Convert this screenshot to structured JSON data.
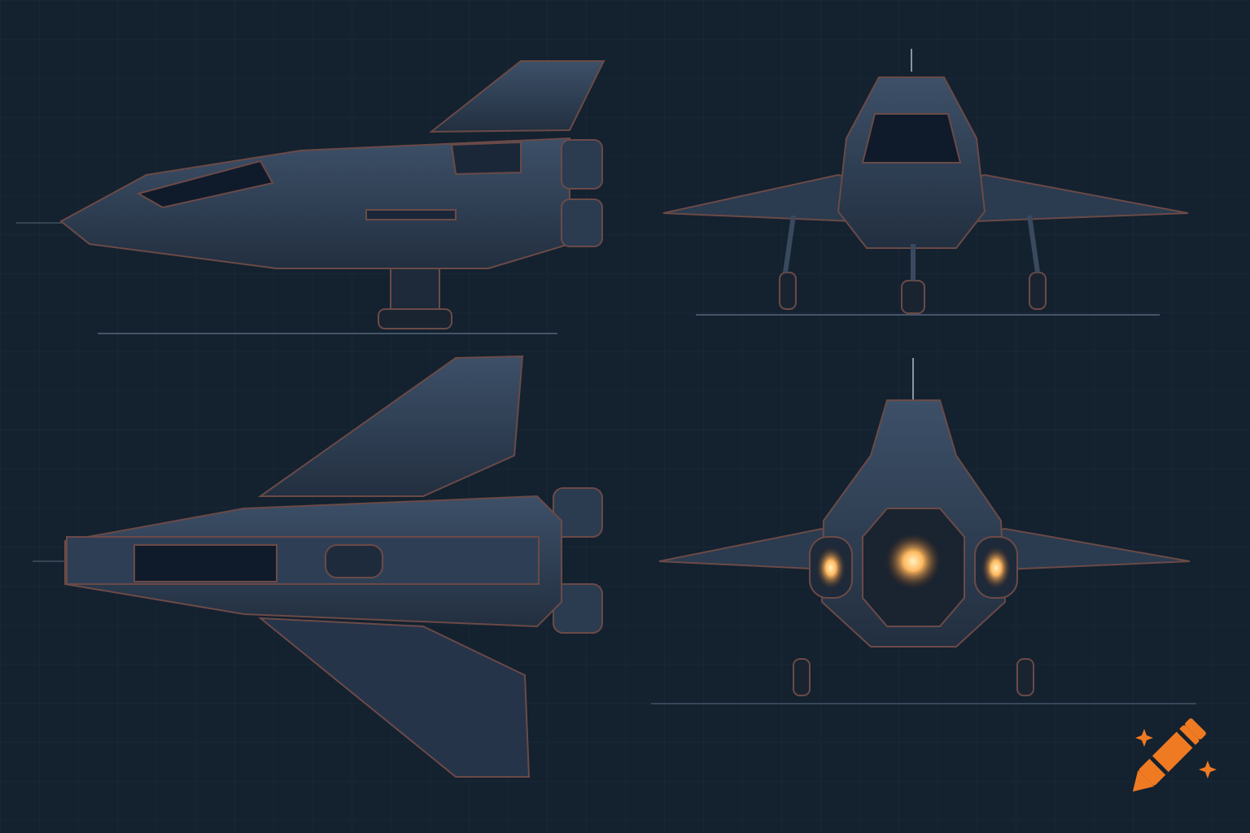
{
  "colors": {
    "background": "#14212f",
    "grid": "#1d2d3e",
    "hull": "#2b3b50",
    "hull_light": "#3d5068",
    "edge": "#6b4a47",
    "canopy": "#0f1a2a",
    "engine_glow": "#ffb860",
    "logo": "#f07a22"
  },
  "views": [
    {
      "id": "side",
      "icon": "spaceship-side-view"
    },
    {
      "id": "front",
      "icon": "spaceship-front-view"
    },
    {
      "id": "top",
      "icon": "spaceship-top-view"
    },
    {
      "id": "rear",
      "icon": "spaceship-rear-view"
    }
  ],
  "logo": {
    "icon": "crayon-logo"
  }
}
